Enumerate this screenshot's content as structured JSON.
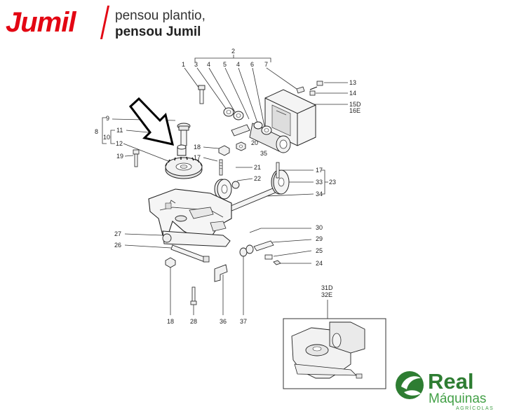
{
  "brand": {
    "logo_text": "Jumil",
    "tagline_line1": "pensou plantio,",
    "tagline_line2": "pensou Jumil",
    "accent_color": "#e30613"
  },
  "diagram": {
    "callouts": [
      {
        "id": "c2",
        "text": "2"
      },
      {
        "id": "c1",
        "text": "1"
      },
      {
        "id": "c3",
        "text": "3"
      },
      {
        "id": "c4a",
        "text": "4"
      },
      {
        "id": "c5",
        "text": "5"
      },
      {
        "id": "c4b",
        "text": "4"
      },
      {
        "id": "c6",
        "text": "6"
      },
      {
        "id": "c7",
        "text": "7"
      },
      {
        "id": "c13",
        "text": "13"
      },
      {
        "id": "c14",
        "text": "14"
      },
      {
        "id": "c15d",
        "text": "15D"
      },
      {
        "id": "c16e",
        "text": "16E"
      },
      {
        "id": "c9",
        "text": "9"
      },
      {
        "id": "c8",
        "text": "8"
      },
      {
        "id": "c11",
        "text": "11"
      },
      {
        "id": "c10",
        "text": "10"
      },
      {
        "id": "c12",
        "text": "12"
      },
      {
        "id": "c19",
        "text": "19"
      },
      {
        "id": "c18a",
        "text": "18"
      },
      {
        "id": "c17a",
        "text": "17"
      },
      {
        "id": "c20",
        "text": "20"
      },
      {
        "id": "c35",
        "text": "35"
      },
      {
        "id": "c21",
        "text": "21"
      },
      {
        "id": "c22",
        "text": "22"
      },
      {
        "id": "c17b",
        "text": "17"
      },
      {
        "id": "c33",
        "text": "33"
      },
      {
        "id": "c23",
        "text": "23"
      },
      {
        "id": "c34",
        "text": "34"
      },
      {
        "id": "c30",
        "text": "30"
      },
      {
        "id": "c27",
        "text": "27"
      },
      {
        "id": "c29",
        "text": "29"
      },
      {
        "id": "c26",
        "text": "26"
      },
      {
        "id": "c25",
        "text": "25"
      },
      {
        "id": "c24",
        "text": "24"
      },
      {
        "id": "c31d",
        "text": "31D"
      },
      {
        "id": "c32e",
        "text": "32E"
      },
      {
        "id": "c18b",
        "text": "18"
      },
      {
        "id": "c28",
        "text": "28"
      },
      {
        "id": "c36",
        "text": "36"
      },
      {
        "id": "c37",
        "text": "37"
      }
    ]
  },
  "dealer": {
    "name": "Real",
    "subtitle": "Máquinas",
    "small": "AGRÍCOLAS",
    "color": "#2e7d32"
  }
}
